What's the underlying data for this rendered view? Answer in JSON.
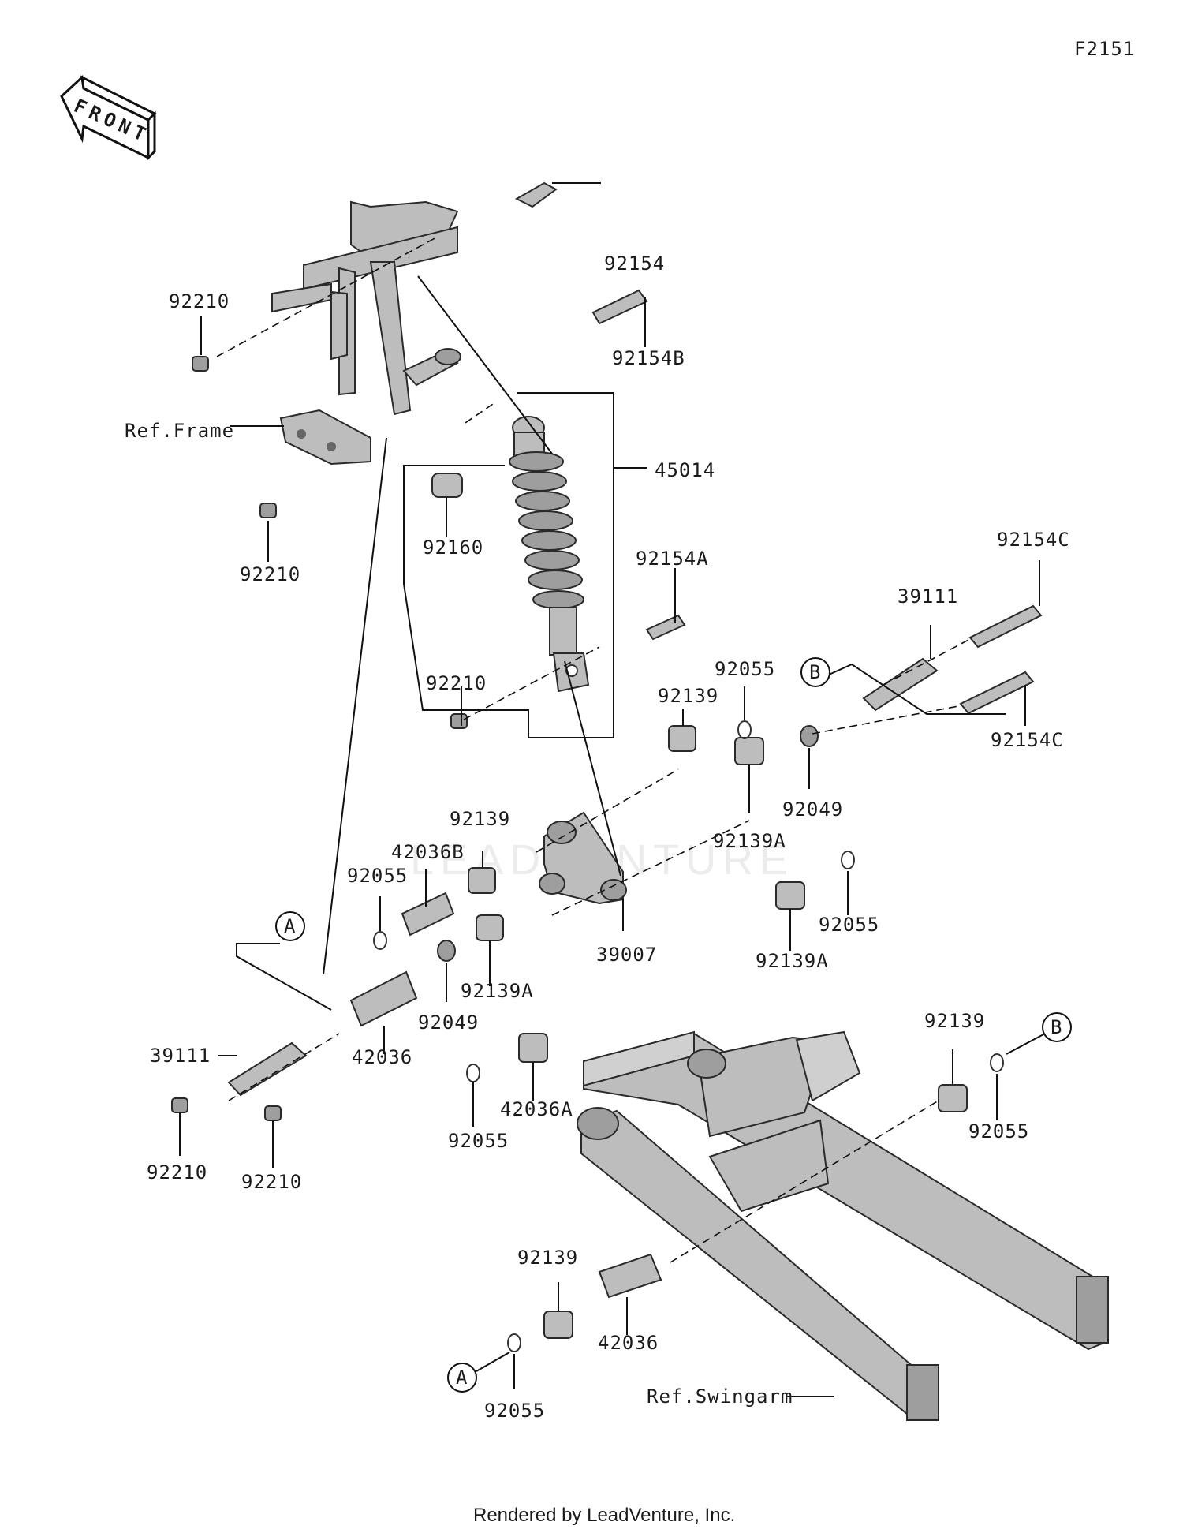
{
  "diagram_id": "F2151",
  "front_label": "FRONT",
  "footer": "Rendered by LeadVenture, Inc.",
  "watermark": "LEADVENTURE",
  "refs": {
    "frame": "Ref.Frame",
    "swingarm": "Ref.Swingarm"
  },
  "callouts": {
    "a": "A",
    "b": "B"
  },
  "labels": {
    "l92154": "92154",
    "l92154B": "92154B",
    "l92210_top": "92210",
    "l92210_mid": "92210",
    "l45014": "45014",
    "l92160": "92160",
    "l92154A": "92154A",
    "l92210_shock": "92210",
    "l92154C_top": "92154C",
    "l39111_right": "39111",
    "l92154C_bottom": "92154C",
    "l92055_a": "92055",
    "l92139_a": "92139",
    "l92049_right": "92049",
    "l92139_b": "92139",
    "l92139A_a": "92139A",
    "l42036B": "42036B",
    "l92055_b": "92055",
    "l92055_c": "92055",
    "l39007": "39007",
    "l92139A_b": "92139A",
    "l92139A_c": "92139A",
    "l92049_left": "92049",
    "l42036_a": "42036",
    "l39111_left": "39111",
    "l92210_l1": "92210",
    "l92210_l2": "92210",
    "l42036A": "42036A",
    "l92055_d": "92055",
    "l92139_c": "92139",
    "l92055_e": "92055",
    "l92139_d": "92139",
    "l42036_b": "42036",
    "l92055_f": "92055"
  }
}
